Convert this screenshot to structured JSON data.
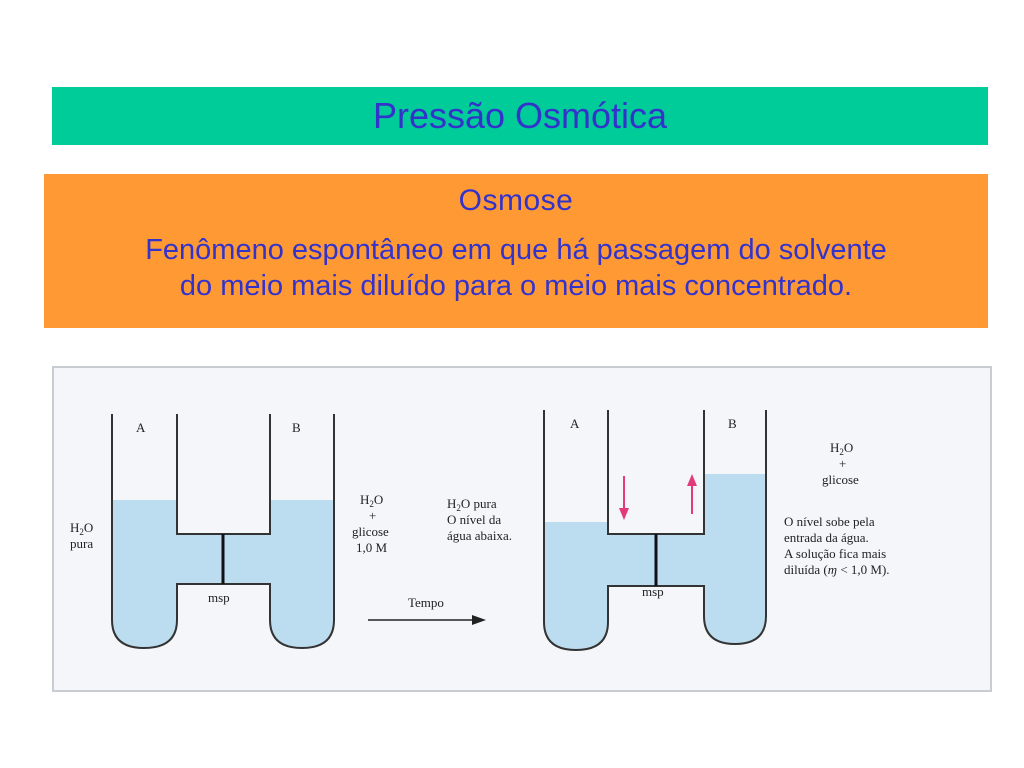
{
  "title": "Pressão Osmótica",
  "definition": {
    "term": "Osmose",
    "line1": "Fenômeno espontâneo em que há passagem do solvente",
    "line2": "do meio mais diluído para o meio mais concentrado."
  },
  "diagram": {
    "left_tube": {
      "label_a": "A",
      "label_b": "B",
      "membrane": "msp",
      "side_a_line1": "H",
      "side_a_sub": "2",
      "side_a_line1_end": "O",
      "side_a_line2": "pura",
      "side_b_line1": "H",
      "side_b_sub": "2",
      "side_b_line1_end": "O",
      "side_b_line2": "+",
      "side_b_line3": "glicose",
      "side_b_line4": "1,0 M"
    },
    "middle": {
      "line1_start": "H",
      "line1_sub": "2",
      "line1_end": "O pura",
      "line2": "O nível da",
      "line3": "água abaixa.",
      "arrow_label": "Tempo"
    },
    "right_tube": {
      "label_a": "A",
      "label_b": "B",
      "membrane": "msp",
      "side_b_line1": "H",
      "side_b_sub": "2",
      "side_b_line1_end": "O",
      "side_b_line2": "+",
      "side_b_line3": "glicose",
      "note_line1": "O nível sobe pela",
      "note_line2": "entrada da água.",
      "note_line3": "A solução fica mais",
      "note_line4": "diluída (",
      "note_symbol": "ɱ",
      "note_line4_end": " < 1,0 M)."
    },
    "colors": {
      "water": "#bcdcef",
      "tube_stroke": "#333333",
      "arrow": "#e23a7a",
      "background": "#f4f6f9"
    }
  }
}
